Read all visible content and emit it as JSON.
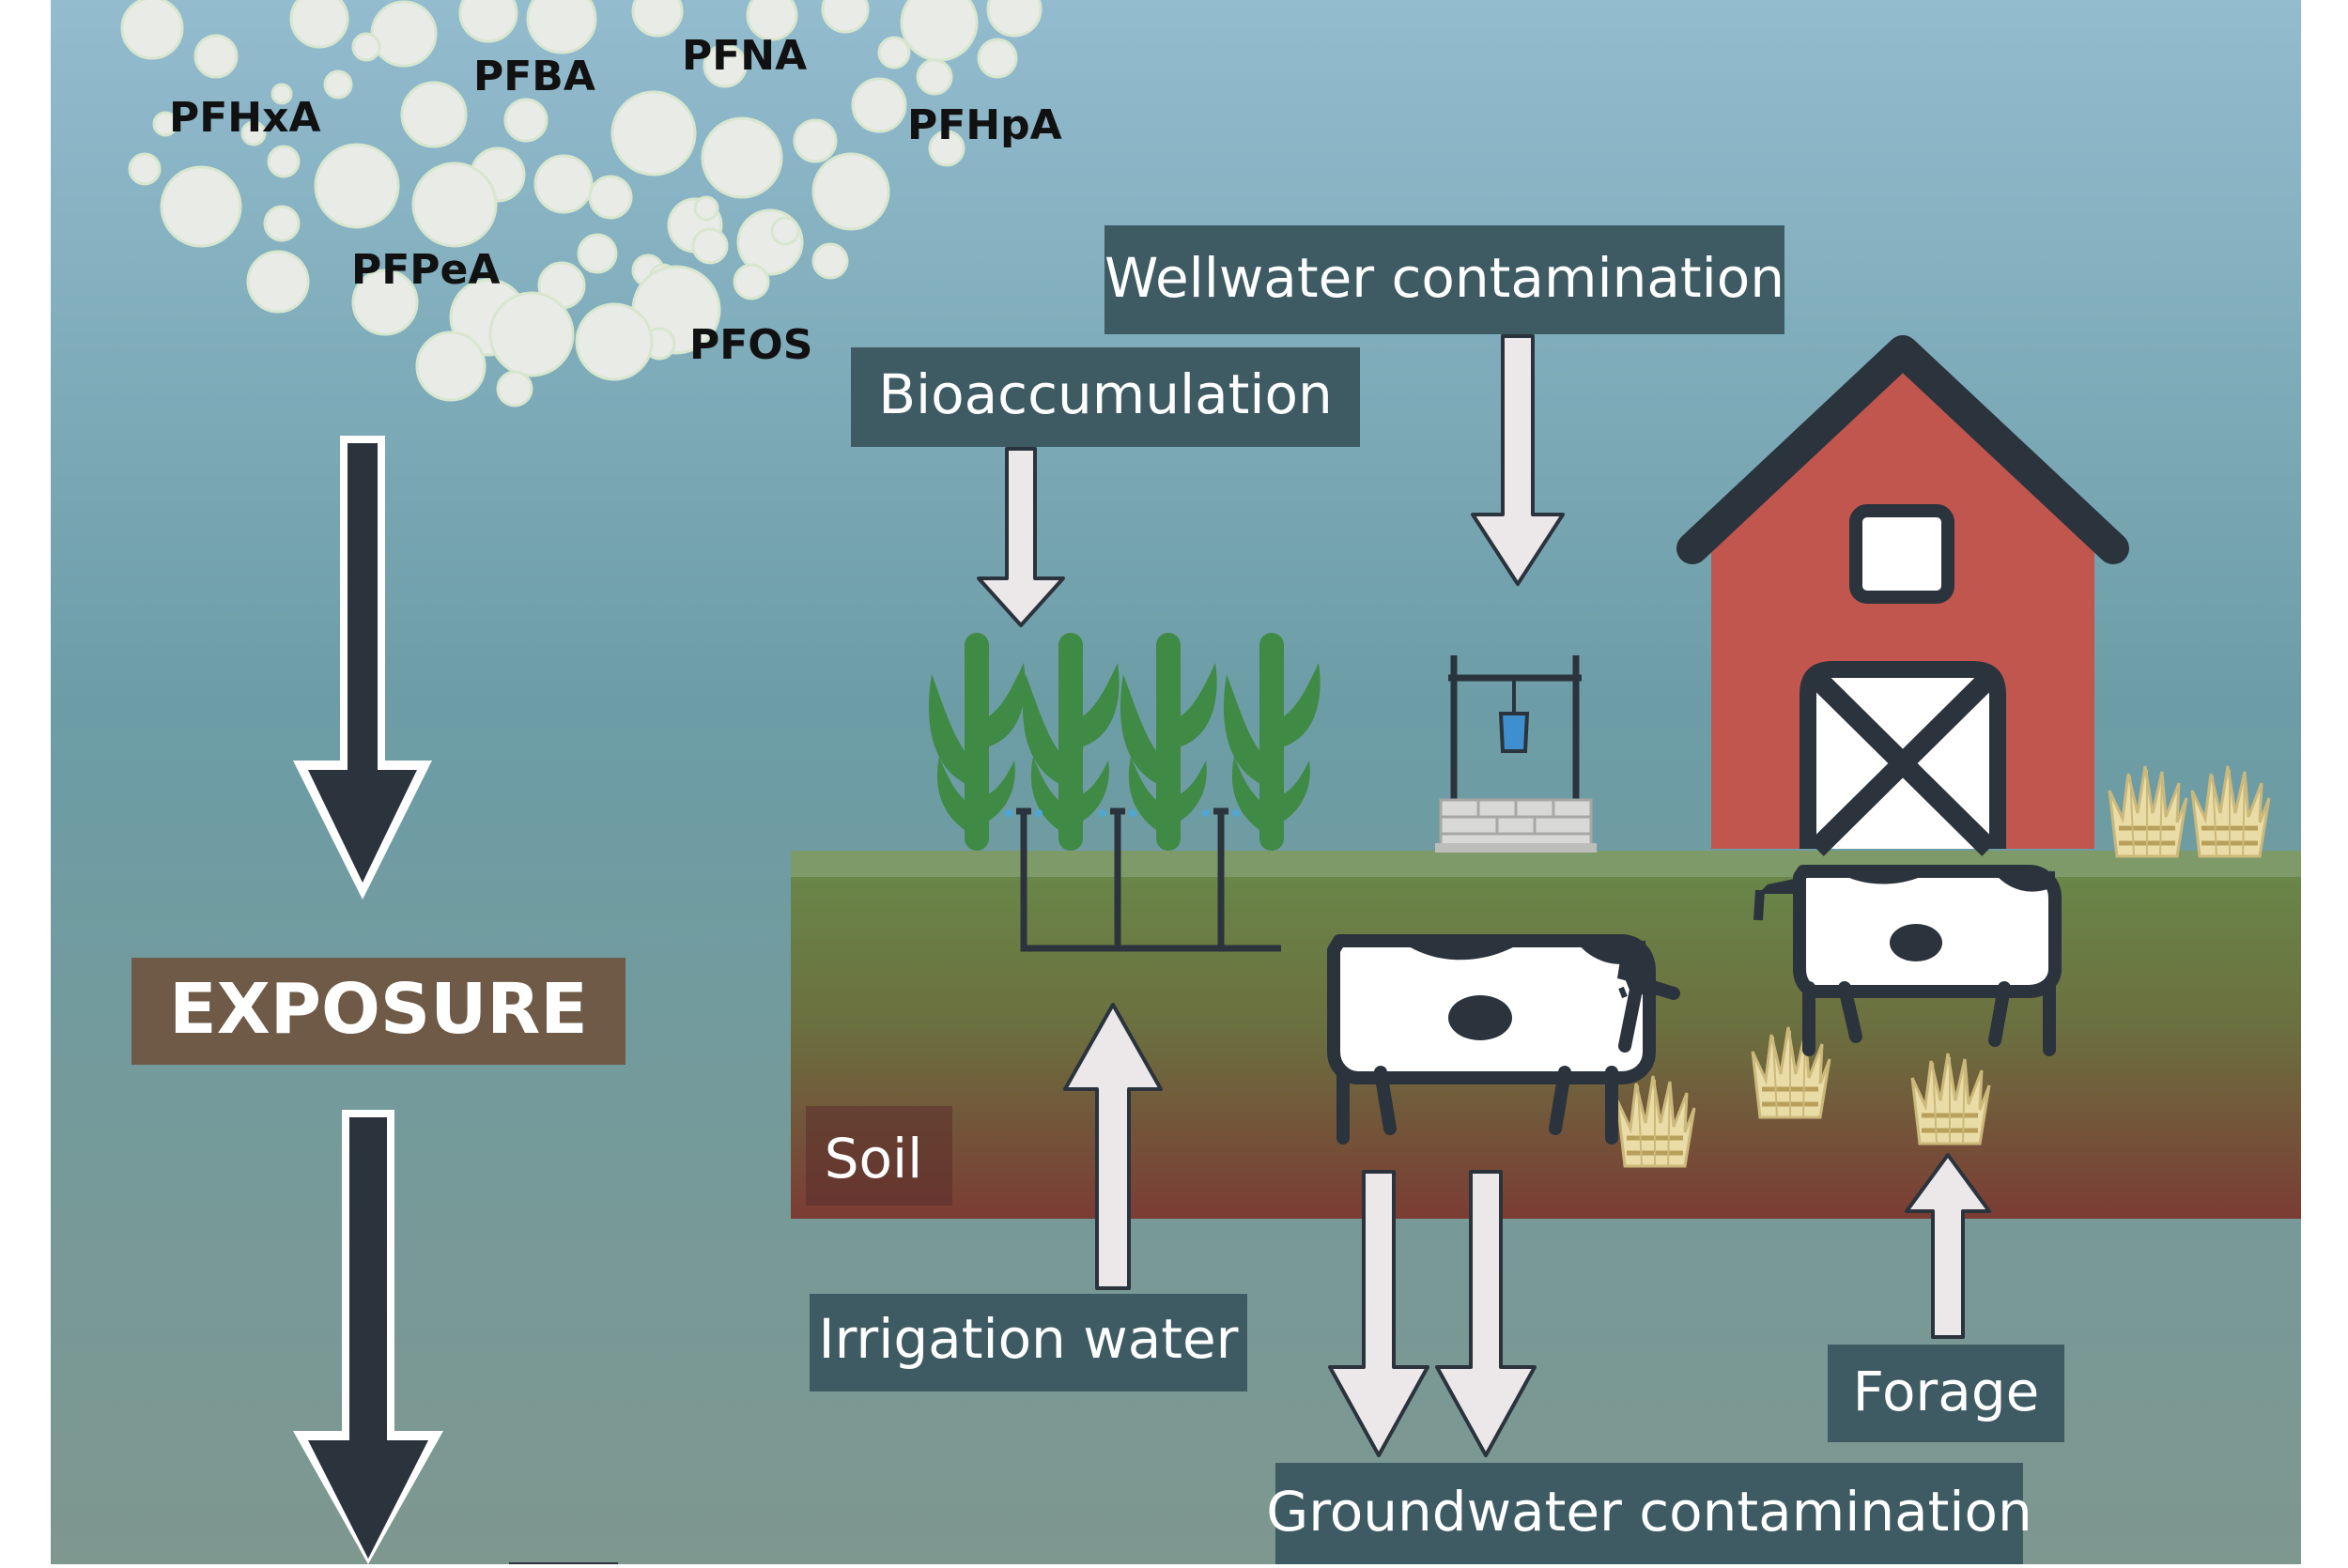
{
  "compounds": [
    "PFHxA",
    "PFBA",
    "PFNA",
    "PFHpA",
    "PFPeA",
    "PFOS"
  ],
  "labels": {
    "exposure": "EXPOSURE",
    "wellwater": "Wellwater contamination",
    "bioaccumulation": "Bioaccumulation",
    "soil": "Soil",
    "irrigation": "Irrigation water",
    "groundwater": "Groundwater contamination",
    "forage": "Forage"
  },
  "colors": {
    "sky_top": "#8fb9cc",
    "sky_bottom": "#5f8e91",
    "label_box": "#3e5b63",
    "exposure_box": "#6e5a46",
    "arrow_dark": "#2b333d",
    "arrow_light": "#ece8ea",
    "barn_red": "#c0564e",
    "crop_green": "#3f8a45",
    "soil_top": "#6a8648",
    "soil_bottom": "#7b3c34",
    "hay": "#e8d9a2"
  },
  "icons": [
    "particle-cloud",
    "corn-plant-icon",
    "water-well-icon",
    "barn-icon",
    "cow-icon",
    "hay-bundle-icon",
    "irrigation-pipe-icon"
  ]
}
